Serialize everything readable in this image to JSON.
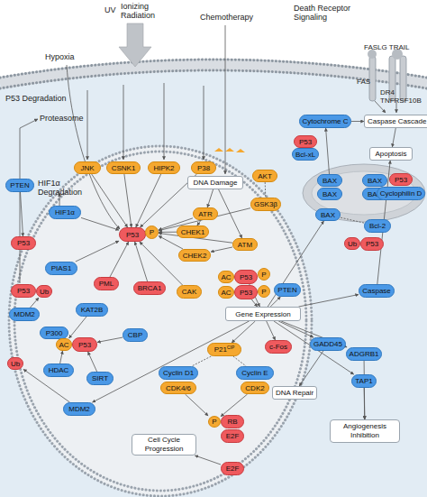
{
  "diagram": {
    "nodes": [
      {
        "text": [
          "Cytochrome C"
        ]
      },
      {
        "text": [
          "Caspase Cascade"
        ]
      },
      {
        "text": [
          "Apoptosis"
        ]
      },
      {
        "text": [
          "P53"
        ]
      },
      {
        "text": [
          "Bcl-xL"
        ]
      },
      {
        "text": [
          "JNK"
        ]
      },
      {
        "text": [
          "CSNK1"
        ]
      },
      {
        "text": [
          "HIPK2"
        ]
      },
      {
        "text": [
          "P38"
        ]
      },
      {
        "text": [
          "AKT"
        ]
      },
      {
        "text": [
          "DNA Damage"
        ]
      },
      {
        "text": [
          "PTEN"
        ]
      },
      {
        "text": [
          "BAX"
        ]
      },
      {
        "text": [
          "BAX"
        ]
      },
      {
        "text": [
          "P53"
        ]
      },
      {
        "text": [
          "BAX"
        ]
      },
      {
        "text": [
          "BAK"
        ]
      },
      {
        "text": [
          "Cyclophilin D"
        ]
      },
      {
        "text": [
          "GSK3β"
        ]
      },
      {
        "text": [
          "HIF1α"
        ]
      },
      {
        "text": [
          "ATR"
        ]
      },
      {
        "text": [
          "BAX"
        ]
      },
      {
        "text": [
          "Bcl-2"
        ]
      },
      {
        "text": [
          "P53"
        ]
      },
      {
        "text": [
          "P"
        ]
      },
      {
        "text": [
          "CHEK1"
        ]
      },
      {
        "text": [
          "P53"
        ]
      },
      {
        "text": [
          "ATM"
        ]
      },
      {
        "text": [
          "Ub"
        ]
      },
      {
        "text": [
          "P53"
        ]
      },
      {
        "text": [
          "CHEK2"
        ]
      },
      {
        "text": [
          "PIAS1"
        ]
      },
      {
        "text": [
          "AC"
        ]
      },
      {
        "text": [
          "P53"
        ]
      },
      {
        "text": [
          "P"
        ]
      },
      {
        "text": [
          "PML"
        ]
      },
      {
        "text": [
          "BRCA1"
        ]
      },
      {
        "text": [
          "CAK"
        ]
      },
      {
        "text": [
          "AC"
        ]
      },
      {
        "text": [
          "P53"
        ]
      },
      {
        "text": [
          "P"
        ]
      },
      {
        "text": [
          "PTEN"
        ]
      },
      {
        "text": [
          "Caspase"
        ]
      },
      {
        "text": [
          "P53"
        ]
      },
      {
        "text": [
          "Ub"
        ]
      },
      {
        "text": [
          "MDM2"
        ]
      },
      {
        "text": [
          "KAT2B"
        ]
      },
      {
        "text": [
          "Gene Expression"
        ]
      },
      {
        "text": [
          "P300"
        ]
      },
      {
        "text": [
          "CBP"
        ]
      },
      {
        "text": [
          "AC"
        ]
      },
      {
        "text": [
          "P53"
        ]
      },
      {
        "text": [
          "GADD45"
        ]
      },
      {
        "text": [
          "c-Fos"
        ]
      },
      {
        "text": [
          "P21",
          "CIP"
        ]
      },
      {
        "text": [
          "ADGRB1"
        ]
      },
      {
        "text": [
          "Ub"
        ]
      },
      {
        "text": [
          "HDAC"
        ]
      },
      {
        "text": [
          "Cyclin D1"
        ]
      },
      {
        "text": [
          "Cyclin E"
        ]
      },
      {
        "text": [
          "SIRT"
        ]
      },
      {
        "text": [
          "TAP1"
        ]
      },
      {
        "text": [
          "CDK4/6"
        ]
      },
      {
        "text": [
          "CDK2"
        ]
      },
      {
        "text": [
          "DNA Repair"
        ]
      },
      {
        "text": [
          "MDM2"
        ]
      },
      {
        "text": [
          "P"
        ]
      },
      {
        "text": [
          "RB"
        ]
      },
      {
        "text": [
          "Angiogenesis Inhibition"
        ]
      },
      {
        "text": [
          "E2F"
        ]
      },
      {
        "text": [
          "Cell Cycle Progression"
        ]
      },
      {
        "text": [
          "E2F"
        ]
      }
    ],
    "edges": [
      {
        "from": 5,
        "to": 23,
        "arrow": "to"
      },
      {
        "from": 6,
        "to": 23,
        "arrow": "to"
      },
      {
        "from": 7,
        "to": 23,
        "arrow": "to"
      },
      {
        "from": 8,
        "to": 23,
        "arrow": "to"
      },
      {
        "from": 19,
        "to": 23,
        "arrow": "to"
      },
      {
        "from": 10,
        "to": 20,
        "arrow": "to"
      },
      {
        "from": 10,
        "to": 27,
        "arrow": "to"
      },
      {
        "from": 20,
        "to": 25,
        "arrow": "to"
      },
      {
        "from": 27,
        "to": 30,
        "arrow": "to"
      },
      {
        "from": 20,
        "to": 24,
        "arrow": "to"
      },
      {
        "from": 25,
        "to": 24,
        "arrow": "to"
      },
      {
        "from": 30,
        "to": 24,
        "arrow": "to"
      },
      {
        "from": 27,
        "to": 24,
        "arrow": "to"
      },
      {
        "from": 9,
        "to": 18,
        "arrow": "none"
      },
      {
        "from": 18,
        "to": 24,
        "arrow": "to"
      },
      {
        "from": 31,
        "to": 23,
        "arrow": "to"
      },
      {
        "from": 35,
        "to": 23,
        "arrow": "to"
      },
      {
        "from": 36,
        "to": 23,
        "arrow": "to"
      },
      {
        "from": 37,
        "to": 23,
        "arrow": "to"
      },
      {
        "from": 45,
        "to": 44,
        "arrow": "to"
      },
      {
        "from": 11,
        "to": 26,
        "arrow": "to"
      },
      {
        "from": 46,
        "to": 50,
        "arrow": "to"
      },
      {
        "from": 48,
        "to": 50,
        "arrow": "to"
      },
      {
        "from": 49,
        "to": 51,
        "arrow": "to"
      },
      {
        "from": 57,
        "to": 50,
        "arrow": "to"
      },
      {
        "from": 60,
        "to": 51,
        "arrow": "to"
      },
      {
        "from": 65,
        "to": 56,
        "arrow": "to"
      },
      {
        "from": 47,
        "to": 65,
        "arrow": "to"
      },
      {
        "from": 33,
        "to": 47,
        "arrow": "to"
      },
      {
        "from": 39,
        "to": 47,
        "arrow": "to"
      },
      {
        "from": 47,
        "to": 54,
        "arrow": "to"
      },
      {
        "from": 47,
        "to": 53,
        "arrow": "to"
      },
      {
        "from": 47,
        "to": 52,
        "arrow": "to"
      },
      {
        "from": 47,
        "to": 55,
        "arrow": "to"
      },
      {
        "from": 47,
        "to": 61,
        "arrow": "to"
      },
      {
        "from": 47,
        "to": 42,
        "arrow": "to"
      },
      {
        "from": 47,
        "to": 41,
        "arrow": "to"
      },
      {
        "from": 47,
        "to": 21,
        "arrow": "to"
      },
      {
        "from": 54,
        "to": 58,
        "arrow": "none"
      },
      {
        "from": 54,
        "to": 59,
        "arrow": "none"
      },
      {
        "from": 62,
        "to": 66,
        "arrow": "to"
      },
      {
        "from": 63,
        "to": 66,
        "arrow": "to"
      },
      {
        "from": 71,
        "to": 70,
        "arrow": "to"
      },
      {
        "from": 52,
        "to": 64,
        "arrow": "to"
      },
      {
        "from": 55,
        "to": 68,
        "arrow": "to"
      },
      {
        "from": 61,
        "to": 68,
        "arrow": "to"
      },
      {
        "from": 0,
        "to": 1,
        "arrow": "to"
      },
      {
        "from": 1,
        "to": 2,
        "arrow": "to"
      },
      {
        "from": 42,
        "to": 2,
        "arrow": "to"
      },
      {
        "from": 12,
        "to": 0,
        "arrow": "to"
      },
      {
        "from": 22,
        "to": 21,
        "arrow": "none"
      }
    ],
    "labels": [
      "Hypoxia",
      "UV",
      "Ionizing Radiation",
      "Chemotherapy",
      "Death Receptor Signaling",
      "FASLG TRAIL",
      "FAS",
      "DR4 TNFRSF10B",
      "P53 Degradation",
      "Proteasome",
      "HIF1α Degradation"
    ]
  }
}
